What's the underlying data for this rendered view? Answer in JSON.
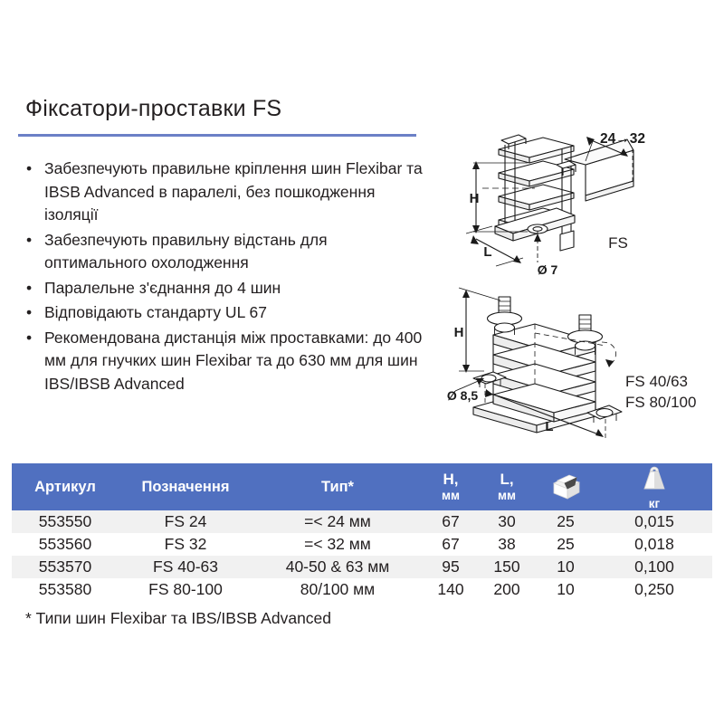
{
  "title": "Фіксатори-проставки FS",
  "accent_color": "#5070c0",
  "rule_color": "#6b80c6",
  "features": [
    "Забезпечують правильне кріплення шин Flexibar та IBSB Advanced в паралелі, без пошкодження ізоляції",
    "Забезпечують правильну відстань для оптимального охолодження",
    "Паралельне з'єднання до 4 шин",
    "Відповідають стандарту UL 67",
    "Рекомендована дистанція між проставками: до 400 мм для гнучких шин Flexibar та до 630 мм для шин IBS/IBSB Advanced"
  ],
  "bullet_glyph": "•",
  "table": {
    "headers": {
      "article": "Артикул",
      "designation": "Позначення",
      "type": "Тип*",
      "h_top": "H,",
      "h_bot": "мм",
      "l_top": "L,",
      "l_bot": "мм",
      "box_icon": "package-box-icon",
      "kg_icon": "weight-icon",
      "kg_label": "кг"
    },
    "rows": [
      {
        "article": "553550",
        "designation": "FS 24",
        "type": "=< 24 мм",
        "h": "67",
        "l": "30",
        "qty": "25",
        "weight": "0,015"
      },
      {
        "article": "553560",
        "designation": "FS 32",
        "type": "=< 32 мм",
        "h": "67",
        "l": "38",
        "qty": "25",
        "weight": "0,018"
      },
      {
        "article": "553570",
        "designation": "FS 40-63",
        "type": "40-50 & 63 мм",
        "h": "95",
        "l": "150",
        "qty": "10",
        "weight": "0,100"
      },
      {
        "article": "553580",
        "designation": "FS 80-100",
        "type": "80/100 мм",
        "h": "140",
        "l": "200",
        "qty": "10",
        "weight": "0,250"
      }
    ]
  },
  "footnote": "* Типи шин Flexibar та IBS/IBSB Advanced",
  "drawings": {
    "top": {
      "name": "fs-standard-drawing",
      "dim_width": "24→32",
      "dim_h": "H",
      "dim_l": "L",
      "dim_hole": "Ø 7",
      "part_label": "FS"
    },
    "bottom": {
      "name": "fs-large-drawing",
      "dim_h": "H",
      "dim_l": "L",
      "dim_hole": "Ø 8,5",
      "part_label_1": "FS 40/63",
      "part_label_2": "FS 80/100"
    }
  }
}
